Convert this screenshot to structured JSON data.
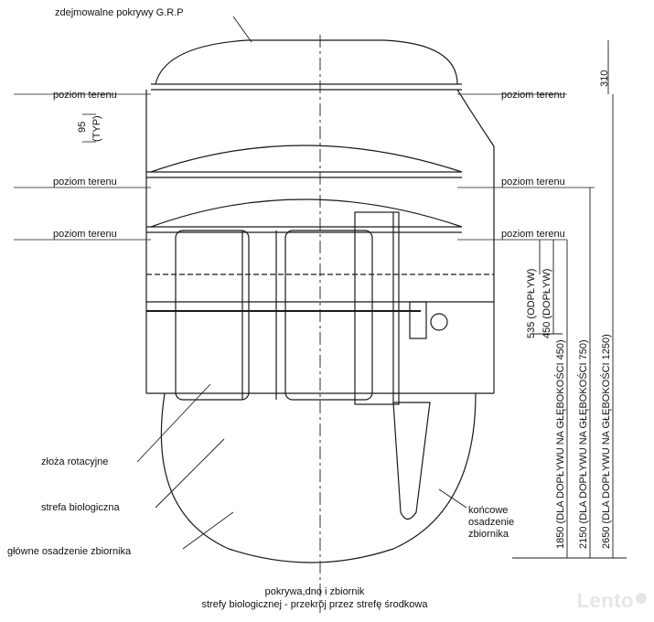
{
  "labels": {
    "cover": "zdejmowalne pokrywy G.R.P",
    "ground_level": "poziom terenu",
    "typ_value": "95",
    "typ_unit": "(TYP)",
    "rotating_beds": "złoża rotacyjne",
    "bio_zone": "strefa biologiczna",
    "main_settling": "główne osadzenie zbiornika",
    "final_settling_1": "końcowe",
    "final_settling_2": "osadzenie",
    "final_settling_3": "zbiornika"
  },
  "dimensions": {
    "d310": "310",
    "d535": "535 (ODPŁYW)",
    "d450": "450 (DOPŁYW)",
    "d1850": "1850 (DLA DOPŁYWU NA GŁĘBOKOŚCI 450)",
    "d2150": "2150 (DLA DOPŁYWU NA GŁĘBOKOŚCI 750)",
    "d2650": "2650 (DLA DOPŁYWU NA GŁĘBOKOŚCI 1250)"
  },
  "caption": {
    "line1": "pokrywa,dno i zbiornik",
    "line2": "strefy biologicznej - przekrój przez strefę środkowa"
  },
  "watermark": "Lento"
}
